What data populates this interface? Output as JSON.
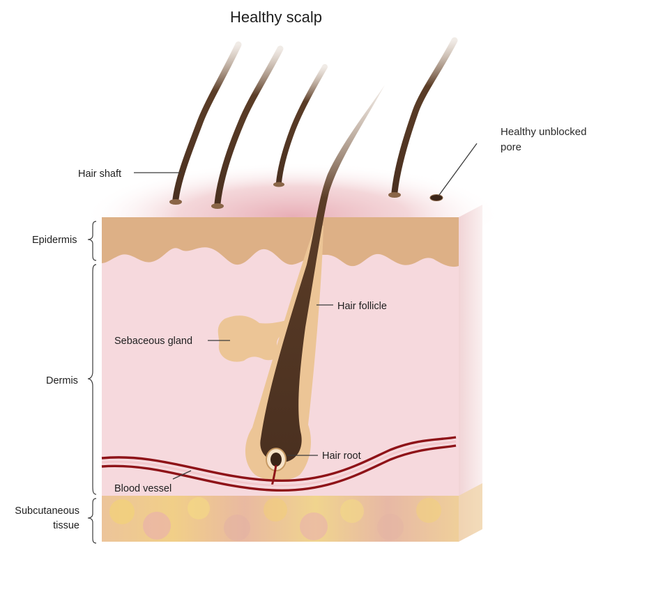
{
  "title": "Healthy scalp",
  "labels": {
    "hair_shaft": "Hair shaft",
    "pore_line1": "Healthy unblocked",
    "pore_line2": "pore",
    "epidermis": "Epidermis",
    "hair_follicle": "Hair follicle",
    "sebaceous_gland": "Sebaceous gland",
    "dermis": "Dermis",
    "hair_root": "Hair root",
    "blood_vessel": "Blood vessel",
    "subcutaneous_line1": "Subcutaneous",
    "subcutaneous_line2": "tissue"
  },
  "colors": {
    "dermis": "#f6d9dd",
    "epidermis": "#ddb086",
    "follicle": "#ecc596",
    "hair": "#5a3e2c",
    "blood_vessel": "#8e1318",
    "skin_glow": "#e9b8be"
  }
}
